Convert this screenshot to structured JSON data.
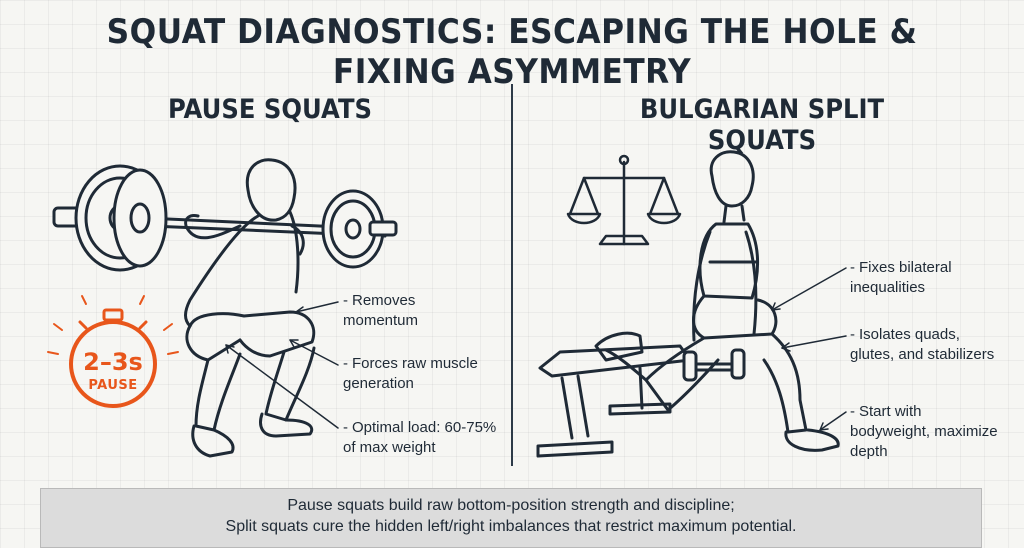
{
  "title": "SQUAT DIAGNOSTICS: ESCAPING THE HOLE & FIXING ASYMMETRY",
  "left_panel": {
    "title": "PAUSE SQUATS",
    "timer": {
      "main": "2–3s",
      "sub": "PAUSE",
      "icon": "stopwatch-icon",
      "color": "#e8561b"
    },
    "callouts": [
      {
        "dash": "-",
        "text": "Removes momentum"
      },
      {
        "dash": "-",
        "text": "Forces raw muscle generation"
      },
      {
        "dash": "-",
        "text": "Optimal load: 60-75% of max weight"
      }
    ]
  },
  "right_panel": {
    "title": "BULGARIAN SPLIT SQUATS",
    "icon": "balance-scale-icon",
    "callouts": [
      {
        "dash": "-",
        "text": "Fixes bilateral inequalities"
      },
      {
        "dash": "-",
        "text": "Isolates quads, glutes, and stabilizers"
      },
      {
        "dash": "-",
        "text": "Start with bodyweight, maximize depth"
      }
    ]
  },
  "summary": {
    "line1": "Pause squats build raw bottom-position strength and discipline;",
    "line2": "Split squats cure the hidden left/right imbalances that restrict maximum potential."
  },
  "colors": {
    "ink": "#1f2a36",
    "accent_orange": "#e8561b",
    "background": "#f6f6f3",
    "summary_bg": "#dcdcdc"
  }
}
